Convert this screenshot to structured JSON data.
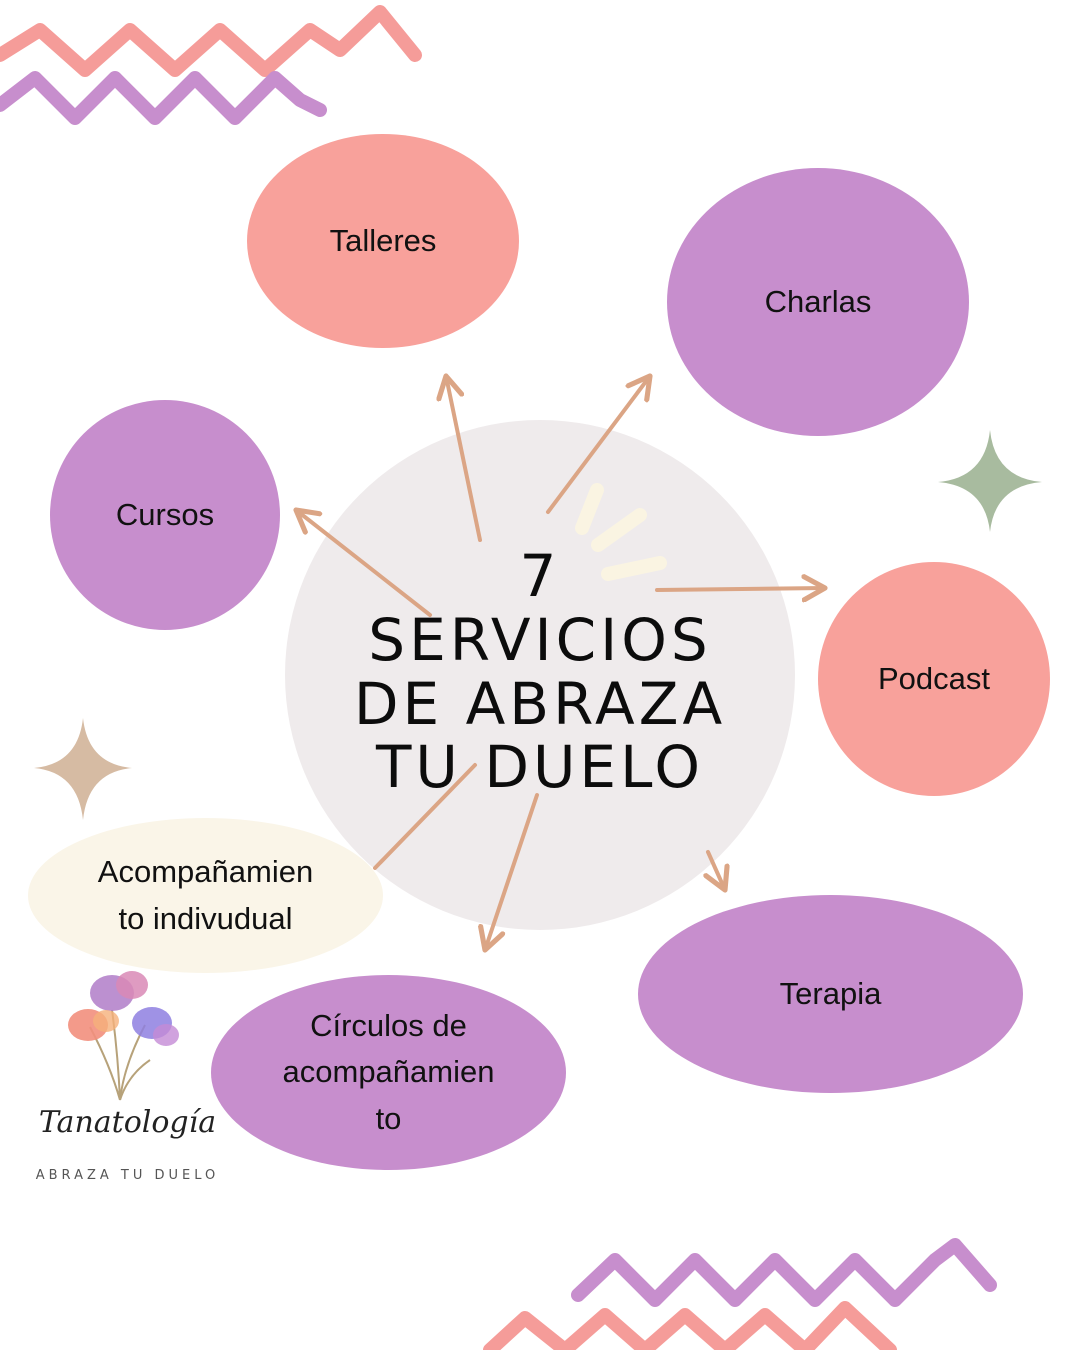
{
  "colors": {
    "pink": "#f8a19b",
    "purple": "#c78ecd",
    "cream": "#faf5e8",
    "center": "#efebec",
    "arrow": "#dba585",
    "zigzag_pink": "#f59c99",
    "zigzag_purple": "#c78ecd",
    "sparkle_green": "#a8bb9f",
    "sparkle_tan": "#d6bba3"
  },
  "center": {
    "title": "7\nSERVICIOS\nDE ABRAZA\nTU DUELO"
  },
  "services": [
    {
      "label": "Talleres",
      "color": "pink"
    },
    {
      "label": "Charlas",
      "color": "purple"
    },
    {
      "label": "Cursos",
      "color": "purple"
    },
    {
      "label": "Podcast",
      "color": "pink"
    },
    {
      "label": "Acompañamien\nto indivudual",
      "color": "cream"
    },
    {
      "label": "Círculos de\nacompañamien\nto",
      "color": "purple"
    },
    {
      "label": "Terapia",
      "color": "purple"
    }
  ],
  "logo": {
    "script": "Tanatología",
    "subtitle": "ABRAZA TU DUELO"
  }
}
